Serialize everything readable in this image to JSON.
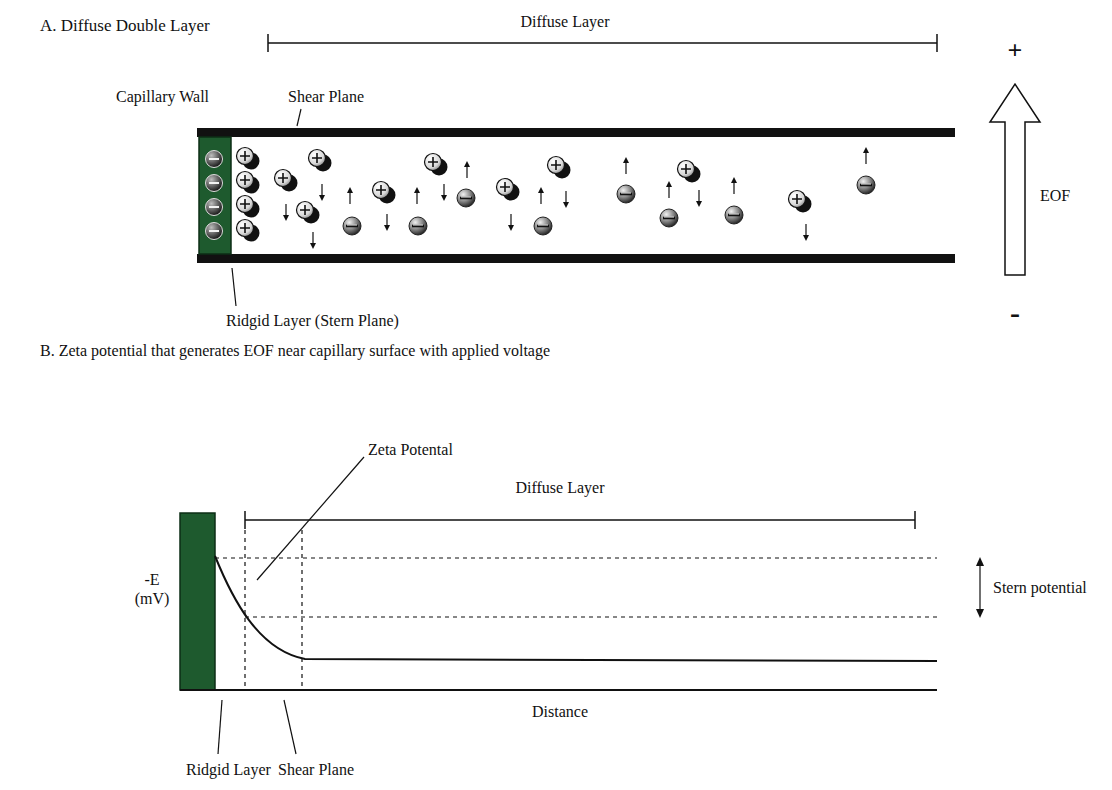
{
  "diagram": {
    "labels": [
      "A. Diffuse Double Layer",
      "Diffuse Layer",
      "+",
      "Capillary Wall",
      "Shear Plane",
      "EOF",
      "Ridgid Layer (Stern Plane)",
      "-",
      "B. Zeta potential that generates EOF near capillary surface with applied voltage",
      "Diffuse Layer",
      "Zeta Potental",
      "Stern potential",
      "-E (mV)",
      "Distance",
      "Ridgid Layer",
      "Shear Plane"
    ]
  }
}
